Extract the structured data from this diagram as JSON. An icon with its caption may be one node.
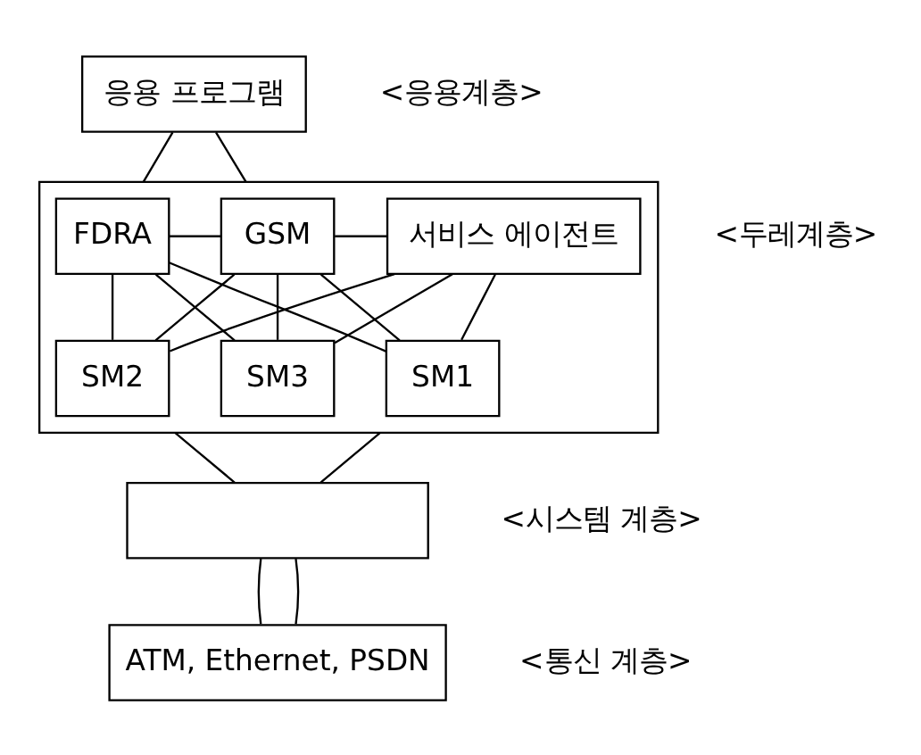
{
  "diagram": {
    "nodes": [
      {
        "text": [
          "응용 프로그램"
        ],
        "beside": [
          "<응용계층>"
        ]
      },
      {
        "text": [],
        "shape": "box",
        "beside": [
          "<두레계층>"
        ]
      },
      {
        "text": [
          "FDRA"
        ],
        "in": 1
      },
      {
        "text": [
          "GSM"
        ],
        "in": 1
      },
      {
        "text": [
          "서비스 에이전트"
        ],
        "in": 1
      },
      {
        "text": [
          "SM1"
        ],
        "in": 1
      },
      {
        "text": [
          "SM2"
        ],
        "in": 1
      },
      {
        "text": [
          "SM3"
        ],
        "in": 1
      },
      {
        "text": [],
        "shape": "box",
        "beside": [
          "<시스템 계층>"
        ]
      },
      {
        "text": [
          "ATM, Ethernet, PSDN"
        ],
        "beside": [
          "<통신 계층>"
        ]
      }
    ],
    "edges": [
      {
        "from": 0,
        "to": 1,
        "arrow": "none"
      },
      {
        "from": 0,
        "to": 1,
        "arrow": "none"
      },
      {
        "from": 2,
        "to": 3,
        "arrow": "none"
      },
      {
        "from": 3,
        "to": 4,
        "arrow": "none"
      },
      {
        "from": 2,
        "to": 5,
        "arrow": "none"
      },
      {
        "from": 2,
        "to": 6,
        "arrow": "none"
      },
      {
        "from": 2,
        "to": 7,
        "arrow": "none"
      },
      {
        "from": 3,
        "to": 5,
        "arrow": "none"
      },
      {
        "from": 3,
        "to": 6,
        "arrow": "none"
      },
      {
        "from": 3,
        "to": 7,
        "arrow": "none"
      },
      {
        "from": 4,
        "to": 5,
        "arrow": "none"
      },
      {
        "from": 4,
        "to": 6,
        "arrow": "none"
      },
      {
        "from": 4,
        "to": 7,
        "arrow": "none"
      },
      {
        "from": 1,
        "to": 8,
        "arrow": "none"
      },
      {
        "from": 1,
        "to": 8,
        "arrow": "none"
      },
      {
        "from": 8,
        "to": 9,
        "arrow": "none"
      },
      {
        "from": 8,
        "to": 9,
        "arrow": "none"
      }
    ]
  }
}
